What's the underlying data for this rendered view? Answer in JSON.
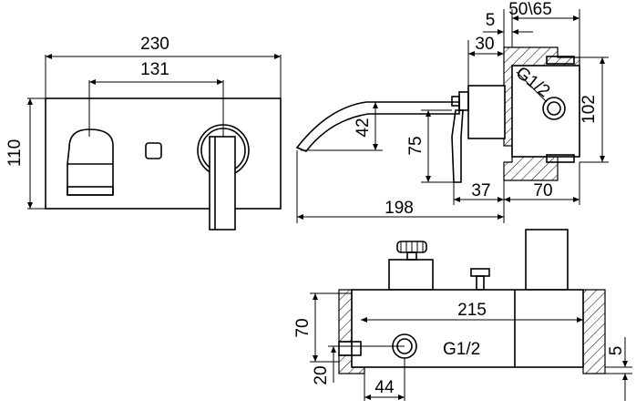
{
  "front_view": {
    "width": "230",
    "handle_spacing": "131",
    "height": "110"
  },
  "side_view": {
    "label_5": "5",
    "label_50_65": "50\\65",
    "label_30": "30",
    "label_102": "102",
    "thread": "G1/2",
    "label_42": "42",
    "label_75": "75",
    "label_37": "37",
    "label_70": "70",
    "label_198": "198"
  },
  "plan_view": {
    "label_215": "215",
    "label_70": "70",
    "label_20": "20",
    "label_44": "44",
    "label_5": "5",
    "thread": "G1/2"
  }
}
